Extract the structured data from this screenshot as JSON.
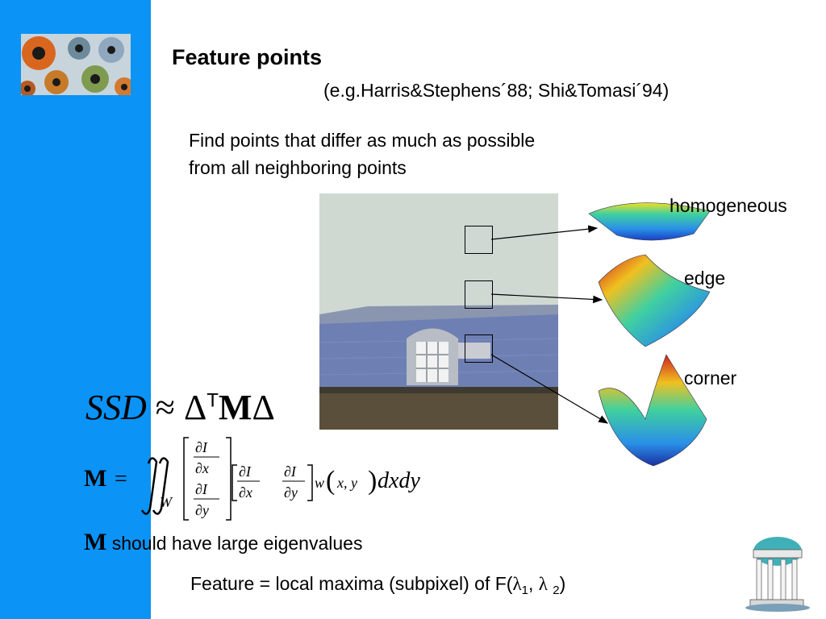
{
  "slide": {
    "title": "Feature points",
    "subtitle": "(e.g.Harris&Stephens´88; Shi&Tomasi´94)",
    "intro_line1": "Find points that differ as much as possible",
    "intro_line2": "from all neighboring points"
  },
  "labels": {
    "homogeneous": "homogeneous",
    "edge": "edge",
    "corner": "corner"
  },
  "equations": {
    "ssd_lhs": "SSD",
    "ssd_op": "≈",
    "delta": "Δ",
    "transpose": "T",
    "matrix": "M",
    "m_lhs": "M",
    "equals": "=",
    "region": "W",
    "grad_num": "∂I",
    "dx": "∂x",
    "dy": "∂y",
    "weight": "w",
    "args": "x, y",
    "diff": "dxdy"
  },
  "bottom": {
    "m_symbol": "M",
    "eigen_text": "should have large eigenvalues",
    "feature_prefix": "Feature = local maxima (subpixel) of F(",
    "lambda": "λ",
    "one": "1",
    "comma": ", ",
    "two": "2",
    "close": ")"
  },
  "colors": {
    "sidebar": "#0b93f5",
    "sky": "#cfd9d2",
    "roof": "#6e7fb3",
    "wall": "#5a4f3a"
  },
  "icons": [
    "iris-collage-icon",
    "university-dome-icon"
  ]
}
